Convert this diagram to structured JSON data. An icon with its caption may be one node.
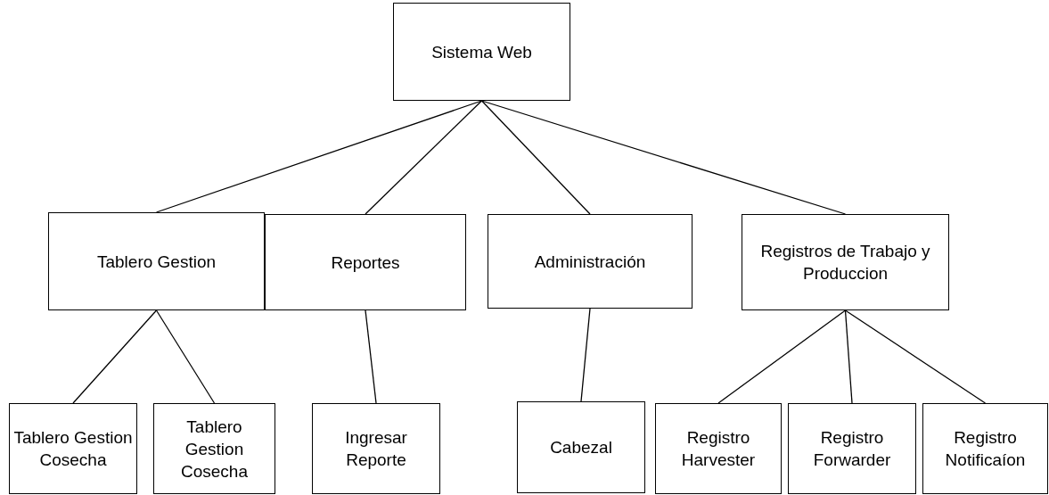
{
  "diagram": {
    "nodes": [
      {
        "text": [
          "Sistema Web"
        ]
      },
      {
        "text": [
          "Tablero Gestion"
        ]
      },
      {
        "text": [
          "Reportes"
        ]
      },
      {
        "text": [
          "Administración"
        ]
      },
      {
        "text": [
          "Registros de Trabajo y Produccion"
        ]
      },
      {
        "text": [
          "Tablero Gestion Cosecha"
        ]
      },
      {
        "text": [
          "Tablero Gestion Cosecha"
        ]
      },
      {
        "text": [
          "Ingresar Reporte"
        ]
      },
      {
        "text": [
          "Cabezal"
        ]
      },
      {
        "text": [
          "Registro Harvester"
        ]
      },
      {
        "text": [
          "Registro Forwarder"
        ]
      },
      {
        "text": [
          "Registro Notificaíon"
        ]
      }
    ],
    "edges": [
      {
        "from": 0,
        "to": 1,
        "arrow": "none"
      },
      {
        "from": 0,
        "to": 2,
        "arrow": "none"
      },
      {
        "from": 0,
        "to": 3,
        "arrow": "none"
      },
      {
        "from": 0,
        "to": 4,
        "arrow": "none"
      },
      {
        "from": 1,
        "to": 5,
        "arrow": "none"
      },
      {
        "from": 1,
        "to": 6,
        "arrow": "none"
      },
      {
        "from": 2,
        "to": 7,
        "arrow": "none"
      },
      {
        "from": 3,
        "to": 8,
        "arrow": "none"
      },
      {
        "from": 4,
        "to": 9,
        "arrow": "none"
      },
      {
        "from": 4,
        "to": 10,
        "arrow": "none"
      },
      {
        "from": 4,
        "to": 11,
        "arrow": "none"
      }
    ]
  }
}
